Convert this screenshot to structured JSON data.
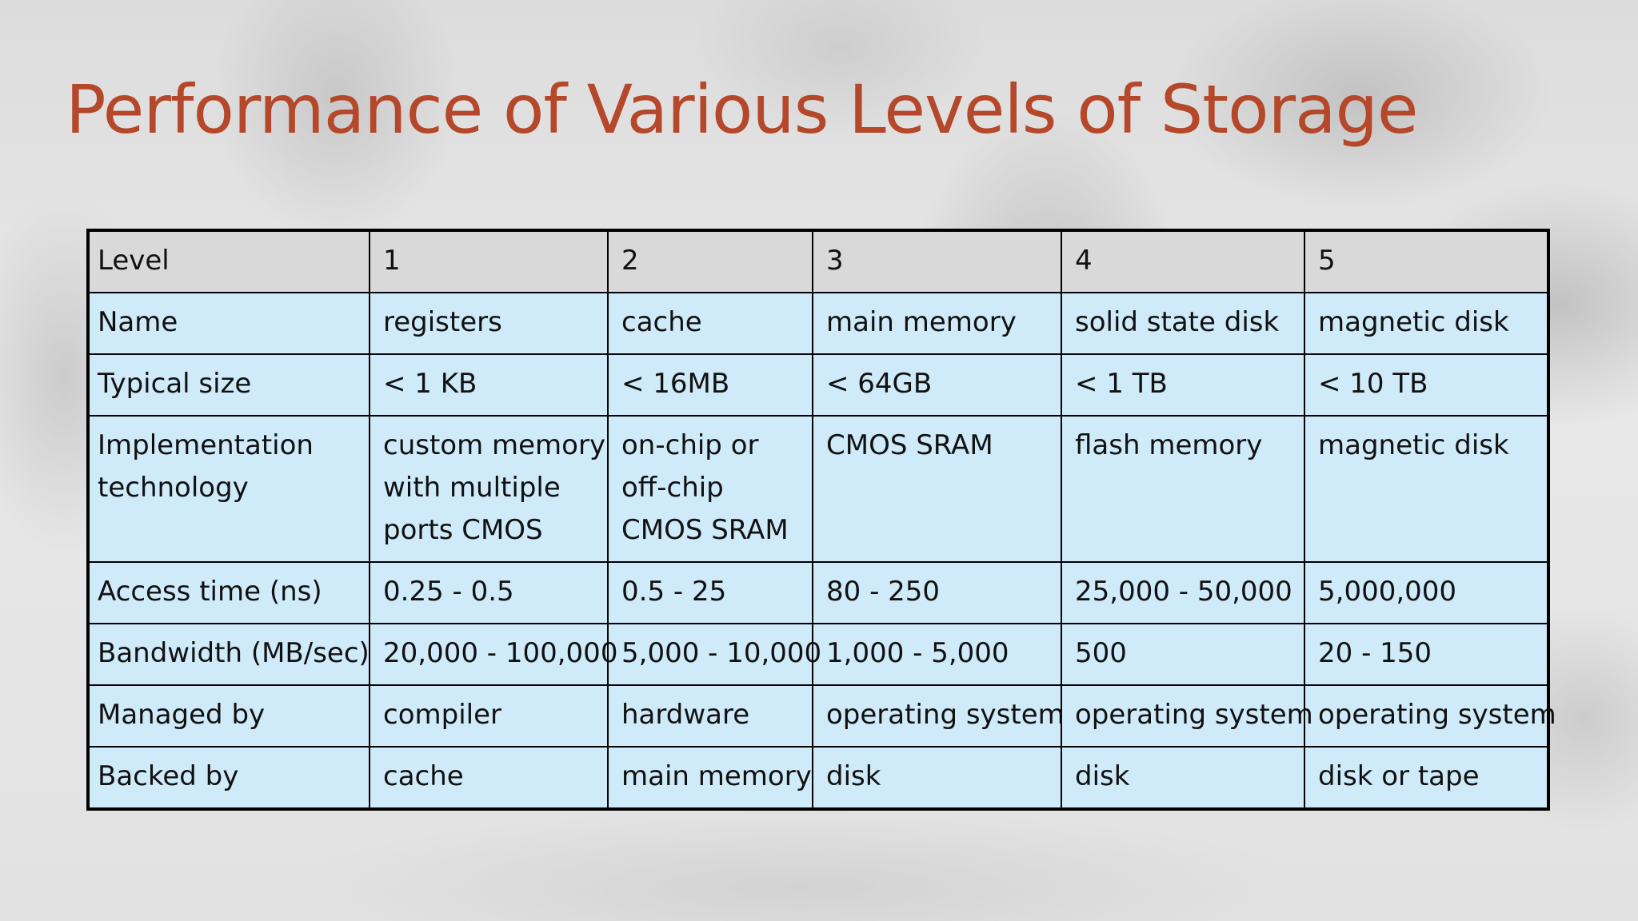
{
  "slide": {
    "title": "Performance of Various Levels of Storage"
  },
  "table": {
    "header": {
      "label": "Level",
      "values": [
        "1",
        "2",
        "3",
        "4",
        "5"
      ]
    },
    "rows": [
      {
        "label": [
          "Name"
        ],
        "values": [
          [
            "registers"
          ],
          [
            "cache"
          ],
          [
            "main memory"
          ],
          [
            "solid state disk"
          ],
          [
            "magnetic disk"
          ]
        ]
      },
      {
        "label": [
          "Typical size"
        ],
        "values": [
          [
            "< 1 KB"
          ],
          [
            "< 16MB"
          ],
          [
            "< 64GB"
          ],
          [
            "< 1 TB"
          ],
          [
            "< 10 TB"
          ]
        ]
      },
      {
        "label": [
          "Implementation",
          "technology"
        ],
        "values": [
          [
            "custom memory",
            "with multiple",
            "ports CMOS"
          ],
          [
            "on-chip or",
            "off-chip",
            "CMOS SRAM"
          ],
          [
            "CMOS SRAM"
          ],
          [
            "flash memory"
          ],
          [
            "magnetic disk"
          ]
        ]
      },
      {
        "label": [
          "Access time (ns)"
        ],
        "values": [
          [
            "0.25 - 0.5"
          ],
          [
            "0.5 - 25"
          ],
          [
            "80 - 250"
          ],
          [
            "25,000 - 50,000"
          ],
          [
            "5,000,000"
          ]
        ]
      },
      {
        "label": [
          "Bandwidth (MB/sec)"
        ],
        "values": [
          [
            "20,000 - 100,000"
          ],
          [
            "5,000 - 10,000"
          ],
          [
            "1,000 - 5,000"
          ],
          [
            "500"
          ],
          [
            "20 - 150"
          ]
        ]
      },
      {
        "label": [
          "Managed by"
        ],
        "values": [
          [
            "compiler"
          ],
          [
            "hardware"
          ],
          [
            "operating system"
          ],
          [
            "operating system"
          ],
          [
            "operating system"
          ]
        ]
      },
      {
        "label": [
          "Backed by"
        ],
        "values": [
          [
            "cache"
          ],
          [
            "main memory"
          ],
          [
            "disk"
          ],
          [
            "disk"
          ],
          [
            "disk or tape"
          ]
        ]
      }
    ]
  }
}
